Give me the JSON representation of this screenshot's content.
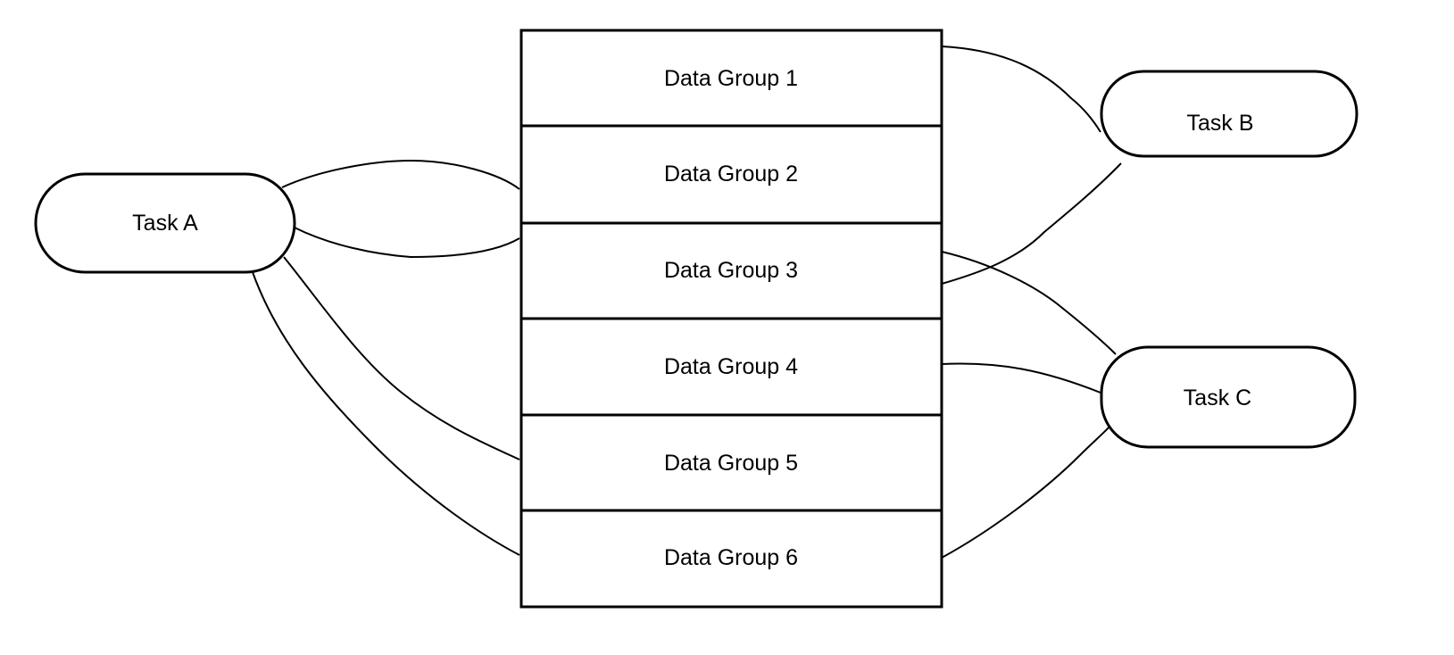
{
  "diagram": {
    "type": "task-data-group-association",
    "data_groups": [
      {
        "id": "dg1",
        "label": "Data Group 1"
      },
      {
        "id": "dg2",
        "label": "Data Group 2"
      },
      {
        "id": "dg3",
        "label": "Data Group 3"
      },
      {
        "id": "dg4",
        "label": "Data Group 4"
      },
      {
        "id": "dg5",
        "label": "Data Group 5"
      },
      {
        "id": "dg6",
        "label": "Data Group 6"
      }
    ],
    "tasks": [
      {
        "id": "taskA",
        "label": "Task A"
      },
      {
        "id": "taskB",
        "label": "Task B"
      },
      {
        "id": "taskC",
        "label": "Task C"
      }
    ],
    "connections": [
      {
        "from": "taskA",
        "to": "dg2"
      },
      {
        "from": "taskA",
        "to": "dg3"
      },
      {
        "from": "taskA",
        "to": "dg5"
      },
      {
        "from": "taskA",
        "to": "dg6"
      },
      {
        "from": "taskB",
        "to": "dg1"
      },
      {
        "from": "taskB",
        "to": "dg3"
      },
      {
        "from": "taskC",
        "to": "dg3"
      },
      {
        "from": "taskC",
        "to": "dg4"
      },
      {
        "from": "taskC",
        "to": "dg6"
      }
    ]
  }
}
